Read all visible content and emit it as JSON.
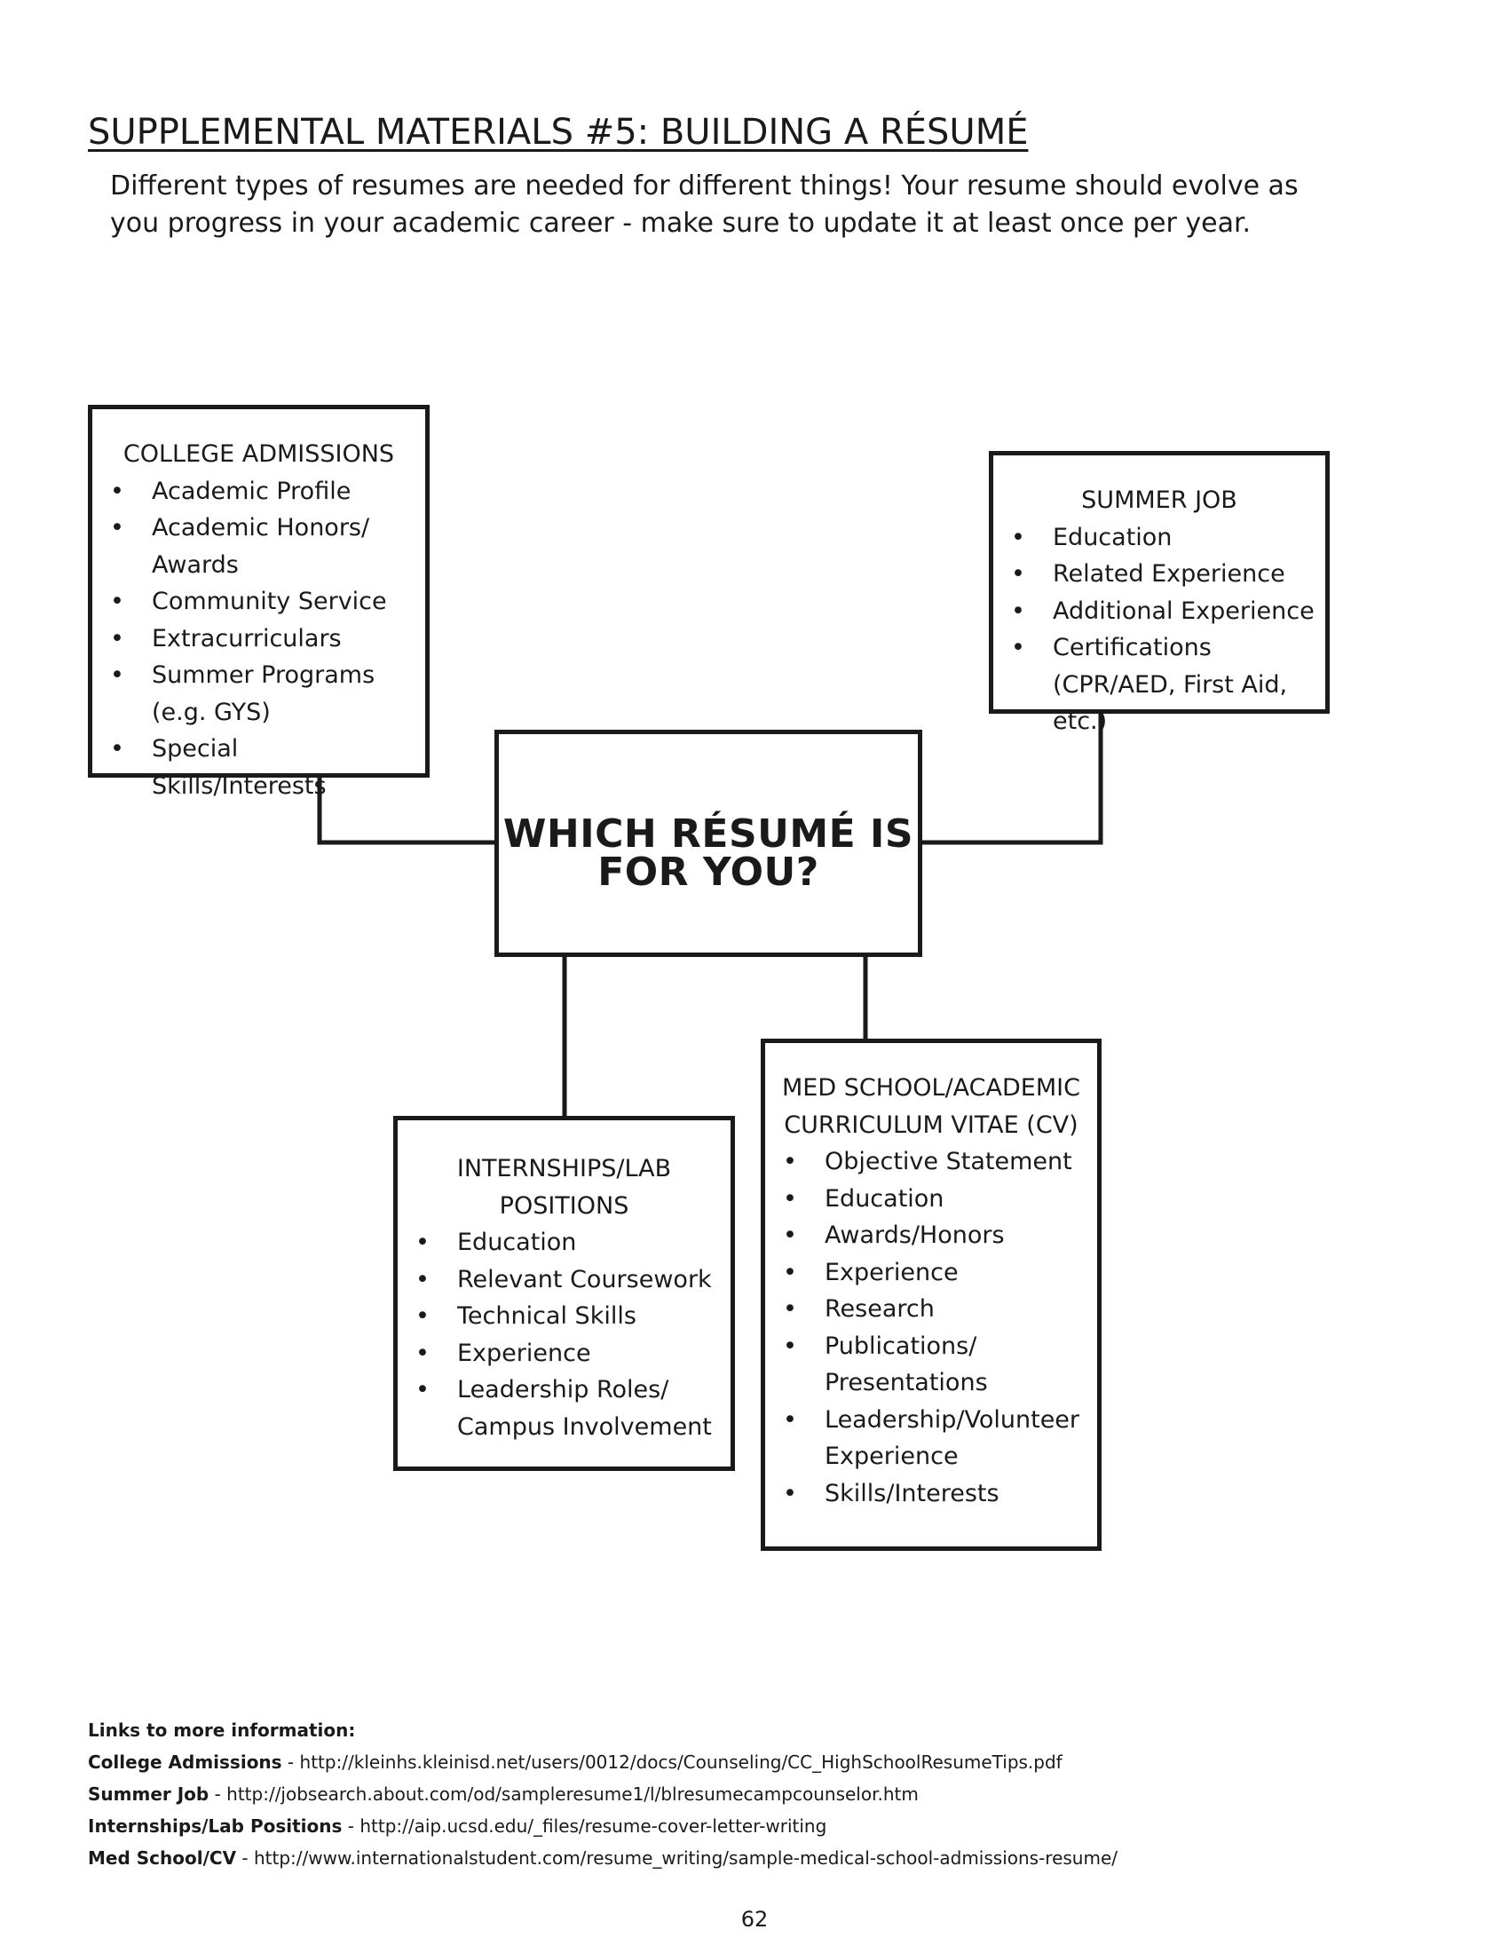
{
  "title": "SUPPLEMENTAL MATERIALS #5: BUILDING A RÉSUMÉ",
  "intro": "Different types of resumes are needed for different things! Your resume should evolve as you progress in your academic career - make sure to update it at least once per year.",
  "center": {
    "line1": "WHICH RÉSUMÉ IS",
    "line2": "FOR YOU?"
  },
  "college": {
    "title": "COLLEGE ADMISSIONS",
    "items": [
      "Academic Profile",
      "Academic Honors/ Awards",
      "Community Service",
      "Extracurriculars",
      "Summer Programs (e.g. GYS)",
      "Special Skills/Interests"
    ]
  },
  "summer": {
    "title": "SUMMER JOB",
    "items": [
      "Education",
      "Related Experience",
      "Additional Experience",
      "Certifications (CPR/AED, First Aid, etc.)"
    ]
  },
  "internships": {
    "title": "INTERNSHIPS/LAB POSITIONS",
    "items": [
      "Education",
      "Relevant Coursework",
      "Technical Skills",
      "Experience",
      "Leadership Roles/ Campus Involvement"
    ]
  },
  "med": {
    "title": "MED SCHOOL/ACADEMIC CURRICULUM VITAE (CV)",
    "items": [
      "Objective Statement",
      "Education",
      "Awards/Honors",
      "Experience",
      "Research",
      "Publications/ Presentations",
      "Leadership/Volunteer Experience",
      "Skills/Interests"
    ]
  },
  "links": {
    "heading": "Links to more information:",
    "rows": [
      {
        "label": "College Admissions",
        "sep": " - ",
        "url": "http://kleinhs.kleinisd.net/users/0012/docs/Counseling/CC_HighSchoolResumeTips.pdf"
      },
      {
        "label": "Summer Job",
        "sep": " - ",
        "url": "http://jobsearch.about.com/od/sampleresume1/l/blresumecampcounselor.htm"
      },
      {
        "label": "Internships/Lab Positions",
        "sep": " - ",
        "url": "http://aip.ucsd.edu/_files/resume-cover-letter-writing"
      },
      {
        "label": "Med School/CV",
        "sep": " - ",
        "url": "http://www.internationalstudent.com/resume_writing/sample-medical-school-admissions-resume/"
      }
    ]
  },
  "page_number": "62"
}
